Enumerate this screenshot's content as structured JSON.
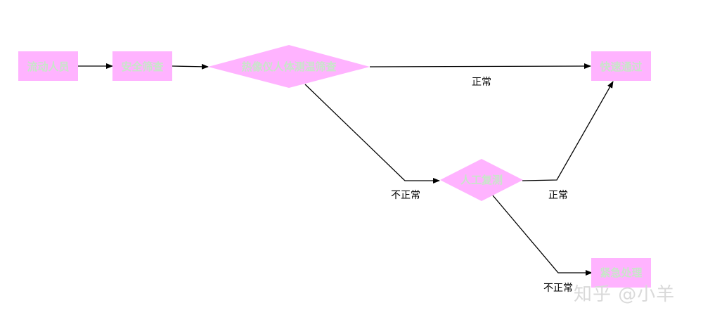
{
  "colors": {
    "node_fill": "#ffb3ff",
    "node_text": "#c8e6c9",
    "edge": "#000000",
    "edge_label": "#000000",
    "watermark": "#d9d9d9"
  },
  "nodes": {
    "liudong": {
      "label": "流动人员",
      "shape": "rect"
    },
    "anquan": {
      "label": "安全筛查",
      "shape": "rect"
    },
    "rexiang": {
      "label": "热像仪人体测温筛查",
      "shape": "diamond"
    },
    "kuaisu": {
      "label": "快速通过",
      "shape": "rect"
    },
    "rengong": {
      "label": "人工复测",
      "shape": "diamond"
    },
    "jinji": {
      "label": "紧急处理",
      "shape": "rect"
    }
  },
  "edge_labels": {
    "rexiang_normal": "正常",
    "rexiang_abnormal": "不正常",
    "rengong_normal": "正常",
    "rengong_abnormal": "不正常"
  },
  "watermark": "知乎 @小羊"
}
